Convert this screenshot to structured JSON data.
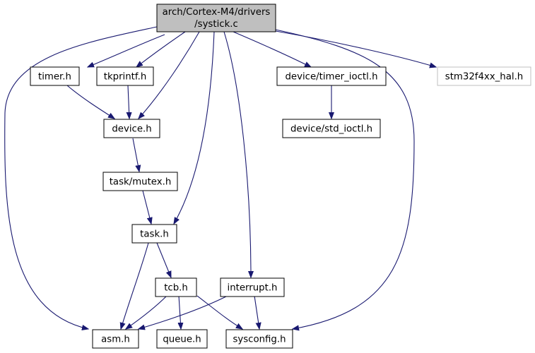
{
  "nodes": {
    "root": {
      "line1": "arch/Cortex-M4/drivers",
      "line2": "/systick.c"
    },
    "timer": "timer.h",
    "tkprintf": "tkprintf.h",
    "device": "device.h",
    "task_mutex": "task/mutex.h",
    "task": "task.h",
    "tcb": "tcb.h",
    "asm": "asm.h",
    "queue": "queue.h",
    "sysconfig": "sysconfig.h",
    "interrupt": "interrupt.h",
    "device_timer_ioctl": "device/timer_ioctl.h",
    "device_std_ioctl": "device/std_ioctl.h",
    "stm32f4xx_hal": "stm32f4xx_hal.h"
  },
  "colors": {
    "edge": "#191970",
    "root_fill": "#bfbfbf",
    "external_border": "#bfbfbf"
  }
}
